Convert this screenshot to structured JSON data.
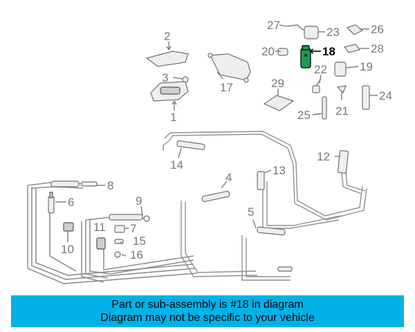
{
  "callouts": {
    "c1": "1",
    "c2": "2",
    "c3": "3",
    "c4": "4",
    "c5": "5",
    "c6": "6",
    "c7": "7",
    "c8": "8",
    "c9": "9",
    "c10": "10",
    "c11": "11",
    "c12": "12",
    "c13": "13",
    "c14": "14",
    "c15": "15",
    "c16": "16",
    "c17": "17",
    "c18": "18",
    "c19": "19",
    "c20": "20",
    "c21": "21",
    "c22": "22",
    "c23": "23",
    "c24": "24",
    "c25": "25",
    "c26": "26",
    "c27": "27",
    "c28": "28",
    "c29": "29"
  },
  "highlighted_part": "18",
  "colors": {
    "banner": "#00b2e8",
    "highlight_part": "#1f9a52",
    "lines": "#8f8f8f",
    "labels": "#777777"
  },
  "banner": {
    "line1": "Part or sub-assembly is #18 in diagram",
    "line2": "Diagram may not be specific to your vehicle"
  }
}
